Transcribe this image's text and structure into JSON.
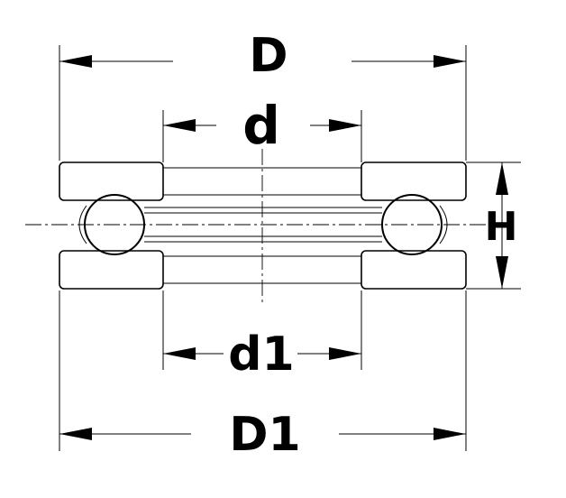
{
  "labels": {
    "outer_diameter": "D",
    "inner_diameter": "d",
    "lower_inner_diameter": "d1",
    "lower_outer_diameter": "D1",
    "height": "H"
  },
  "colors": {
    "ink": "#000000",
    "background": "#ffffff"
  }
}
